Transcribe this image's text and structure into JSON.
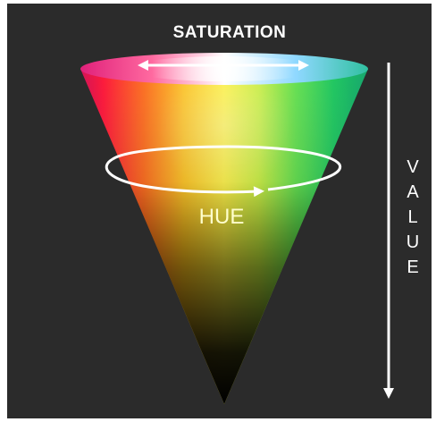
{
  "diagram": {
    "labels": {
      "saturation": "SATURATION",
      "hue": "HUE",
      "value": "VALUE"
    },
    "colors": {
      "background": "#2b2b2b",
      "frame": "#ffffff",
      "arrows": "#ffffff",
      "hue_label": "#ffffcc"
    }
  }
}
